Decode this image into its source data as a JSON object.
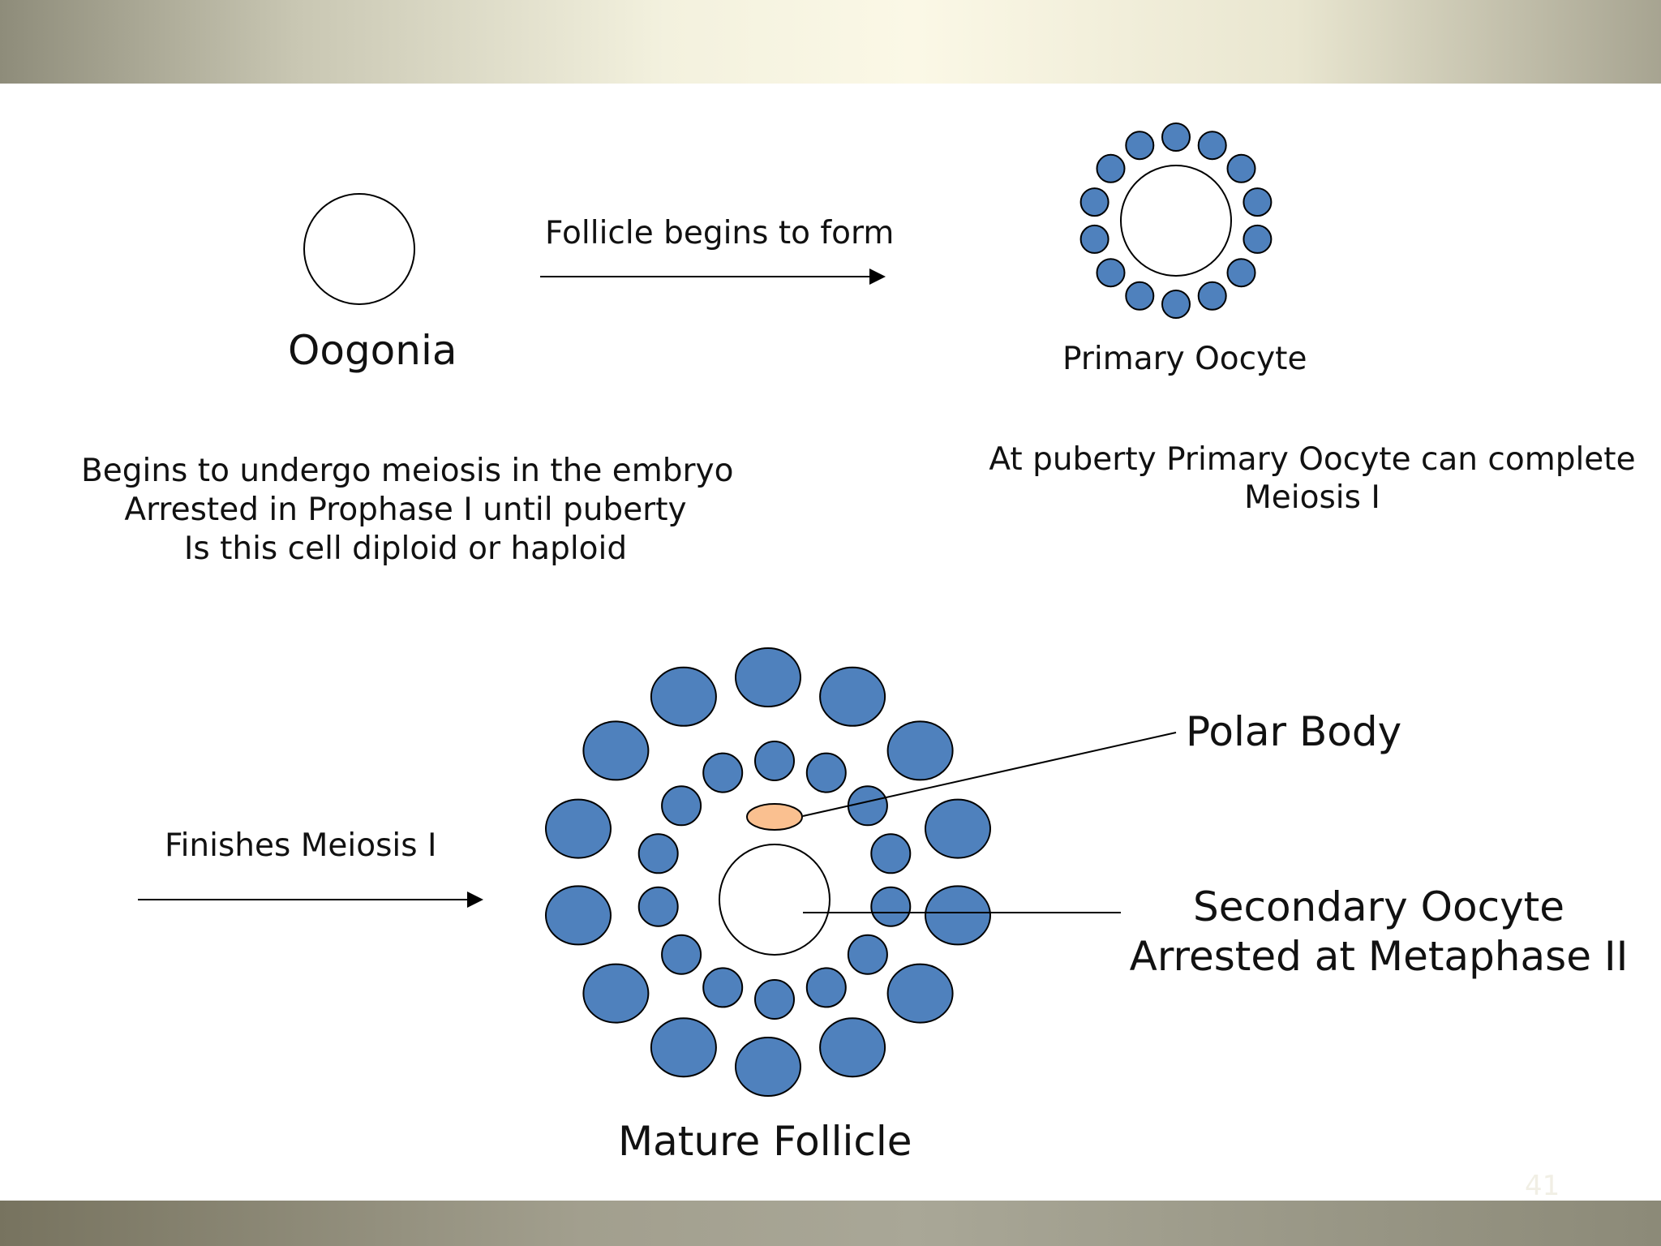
{
  "labels": {
    "oogonia": "Oogonia",
    "follicle_begins": "Follicle begins to form",
    "primary_oocyte": "Primary Oocyte",
    "oogonia_notes": [
      "Begins to undergo meiosis in the embryo",
      "Arrested in Prophase I until puberty",
      "Is this cell diploid or haploid"
    ],
    "primary_notes": [
      "At puberty Primary Oocyte can complete",
      "Meiosis I"
    ],
    "finishes_meiosis": "Finishes Meiosis I",
    "polar_body": "Polar Body",
    "secondary_oocyte": [
      "Secondary Oocyte",
      "Arrested at Metaphase II"
    ],
    "mature_follicle": "Mature Follicle"
  },
  "page_number": "41",
  "colors": {
    "follicle_cell": "#4f81bd",
    "polar_body": "#fac090",
    "outline": "#000000"
  }
}
